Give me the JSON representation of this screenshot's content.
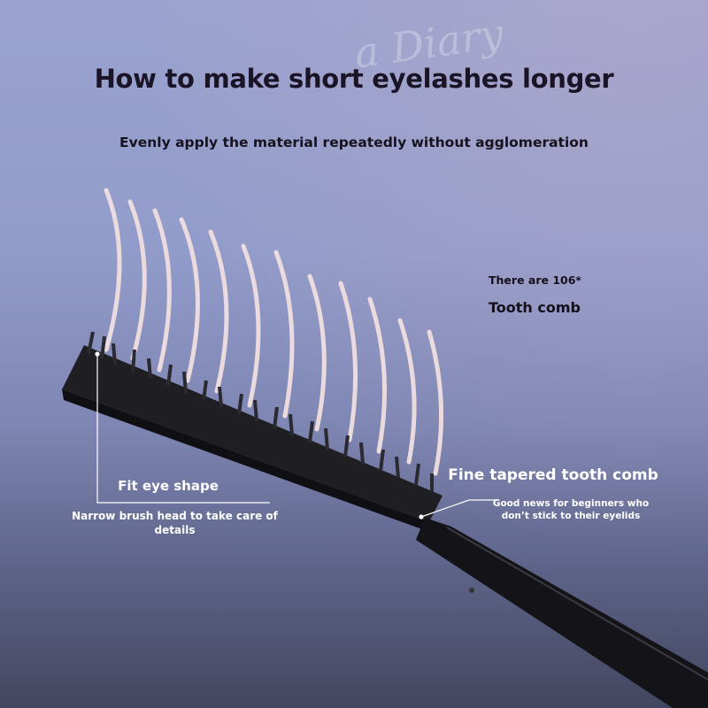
{
  "watermark": "a Diary",
  "title": "How to make short eyelashes longer",
  "subtitle": "Evenly apply the material repeatedly without agglomeration",
  "callouts": {
    "count_line1": "There are 106*",
    "count_line2": "Tooth comb",
    "left_heading": "Fit eye shape",
    "left_detail": "Narrow brush head to take care of details",
    "right_heading": "Fine tapered tooth comb",
    "right_detail": "Good news for beginners who don’t stick to their eyelids"
  },
  "colors": {
    "background_top": "#9aa3cf",
    "background_bottom": "#43465f",
    "lash": "#f1dfe0",
    "comb": "#1b1b1f",
    "title": "#1a1426"
  }
}
